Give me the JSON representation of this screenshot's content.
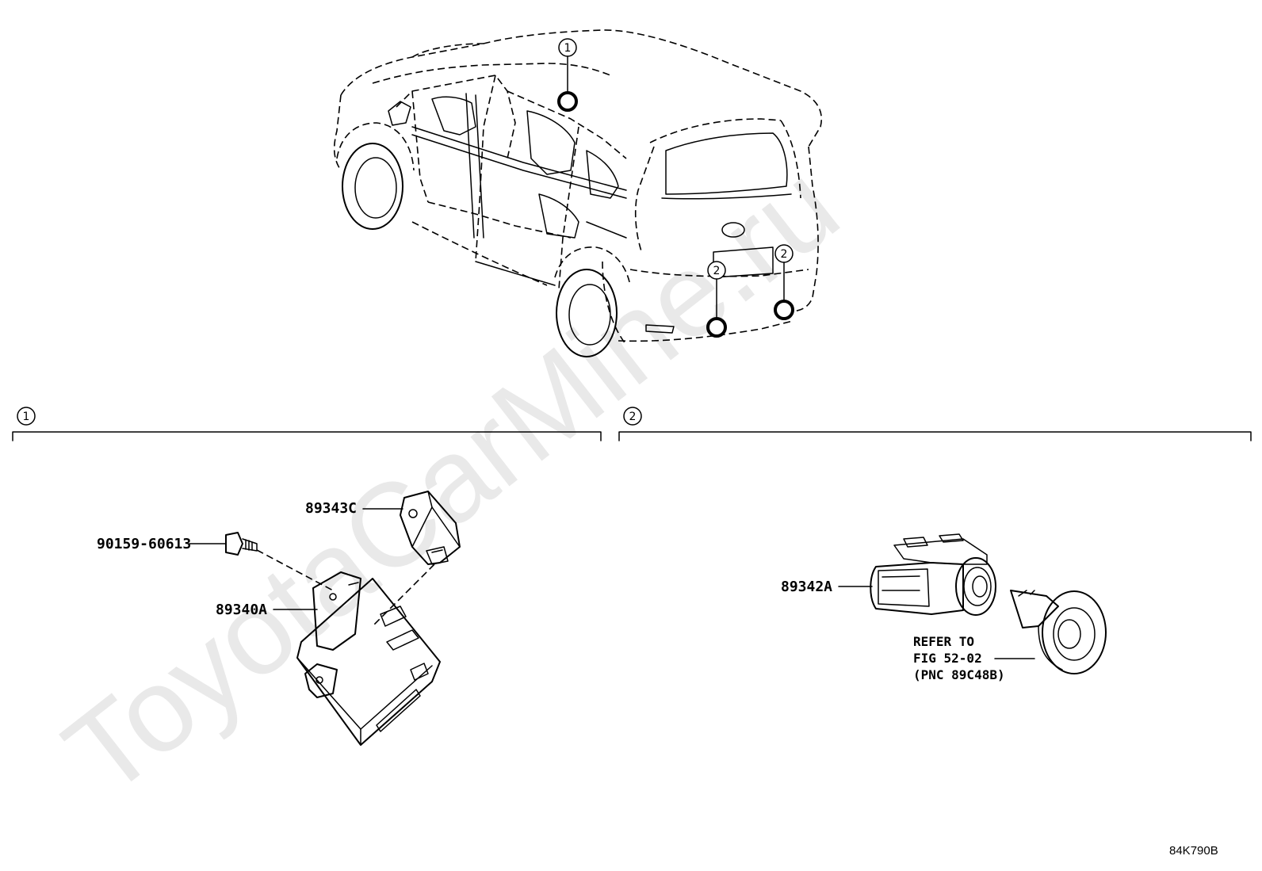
{
  "watermark": "ToyotaCarMine.ru",
  "callouts": {
    "zone_1": "1",
    "zone_2": "2"
  },
  "sections": [
    {
      "marker": "1"
    },
    {
      "marker": "2"
    }
  ],
  "parts": {
    "bolt": "90159-60613",
    "connector": "89343C",
    "ecu": "89340A",
    "sensor": "89342A"
  },
  "refer_note": {
    "line1": "REFER TO",
    "line2": "FIG 52-02",
    "line3": "(PNC 89C48B)"
  },
  "drawing_code": "84K790B"
}
